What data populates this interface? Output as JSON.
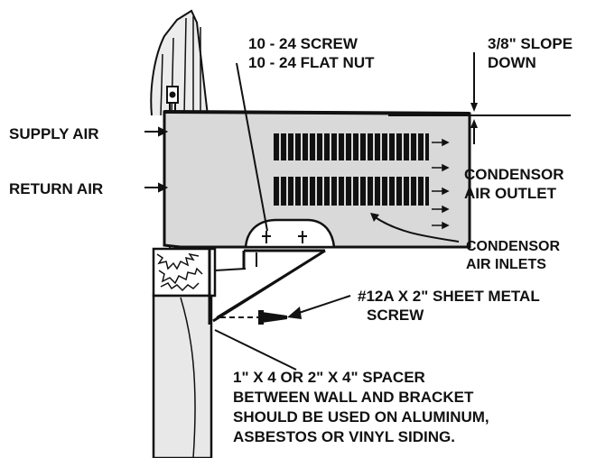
{
  "labels": {
    "screw": [
      "10 - 24 SCREW",
      "10 - 24 FLAT NUT"
    ],
    "slope": [
      "3/8\" SLOPE",
      "DOWN"
    ],
    "supply_air": "SUPPLY AIR",
    "return_air": "RETURN AIR",
    "condensor_outlet": [
      "CONDENSOR",
      "AIR OUTLET"
    ],
    "condensor_inlets": [
      "CONDENSOR",
      "AIR INLETS"
    ],
    "sheet_metal_screw": [
      "#12A X 2\" SHEET METAL",
      "SCREW"
    ],
    "spacer_note": [
      "1\" X 4 OR 2\" X 4\" SPACER",
      "BETWEEN WALL AND BRACKET",
      "SHOULD BE USED ON ALUMINUM,",
      "ASBESTOS OR VINYL SIDING."
    ]
  },
  "colors": {
    "ink": "#111111",
    "unit_fill": "#d9d9d9",
    "wall_fill": "#e8e8e8"
  }
}
